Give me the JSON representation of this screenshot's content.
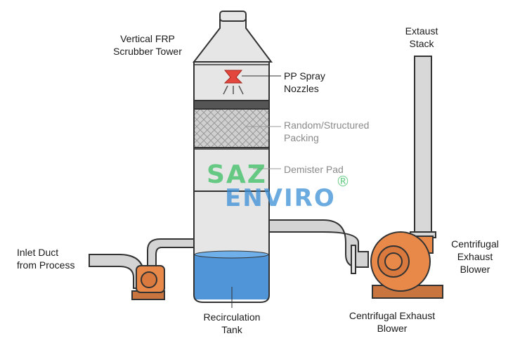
{
  "labels": {
    "tower": "Vertical FRP\nScrubber Tower",
    "spray": "PP Spray\nNozzles",
    "packing": "Random/Structured\nPacking",
    "demister": "Demister Pad",
    "stack": "Extaust\nStack",
    "blower_right": "Centrifugal\nExhaust\nBlower",
    "inlet": "Inlet Duct\nfrom Process",
    "tank": "Recirculation\nTank",
    "blower_bottom": "Centrifugal Exhaust\nBlower"
  },
  "watermark": {
    "line1": "SAZ",
    "line2": "ENVIRO",
    "mark": "®"
  },
  "colors": {
    "water": "#4f95d8",
    "pump_orange": "#e8894a",
    "pump_dark": "#b65e25",
    "tower_fill": "#e6e6e6",
    "pipe": "#d4d4d4",
    "outline": "#333333",
    "watermark_green": "#3bbf62",
    "watermark_blue": "#3a8fd6",
    "nozzle_red": "#e2463c"
  }
}
